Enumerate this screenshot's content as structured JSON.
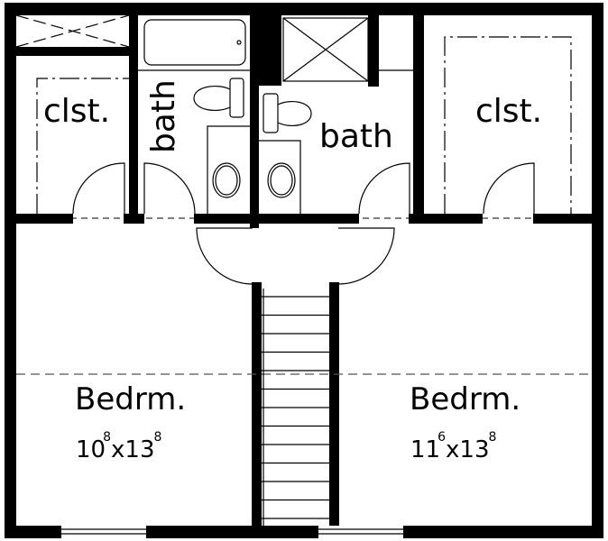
{
  "colors": {
    "wall": "#000000",
    "background": "#ffffff"
  },
  "rooms": {
    "closet_left": {
      "label": "clst."
    },
    "bath_left": {
      "label": "bath"
    },
    "bath_right": {
      "label": "bath"
    },
    "closet_right": {
      "label": "clst."
    },
    "bedroom_left": {
      "label": "Bedrm.",
      "dim_w": "10",
      "dim_w_in": "8",
      "dim_x": "x",
      "dim_l": "13",
      "dim_l_in": "8"
    },
    "bedroom_right": {
      "label": "Bedrm.",
      "dim_w": "11",
      "dim_w_in": "6",
      "dim_x": "x",
      "dim_l": "13",
      "dim_l_in": "8"
    }
  }
}
